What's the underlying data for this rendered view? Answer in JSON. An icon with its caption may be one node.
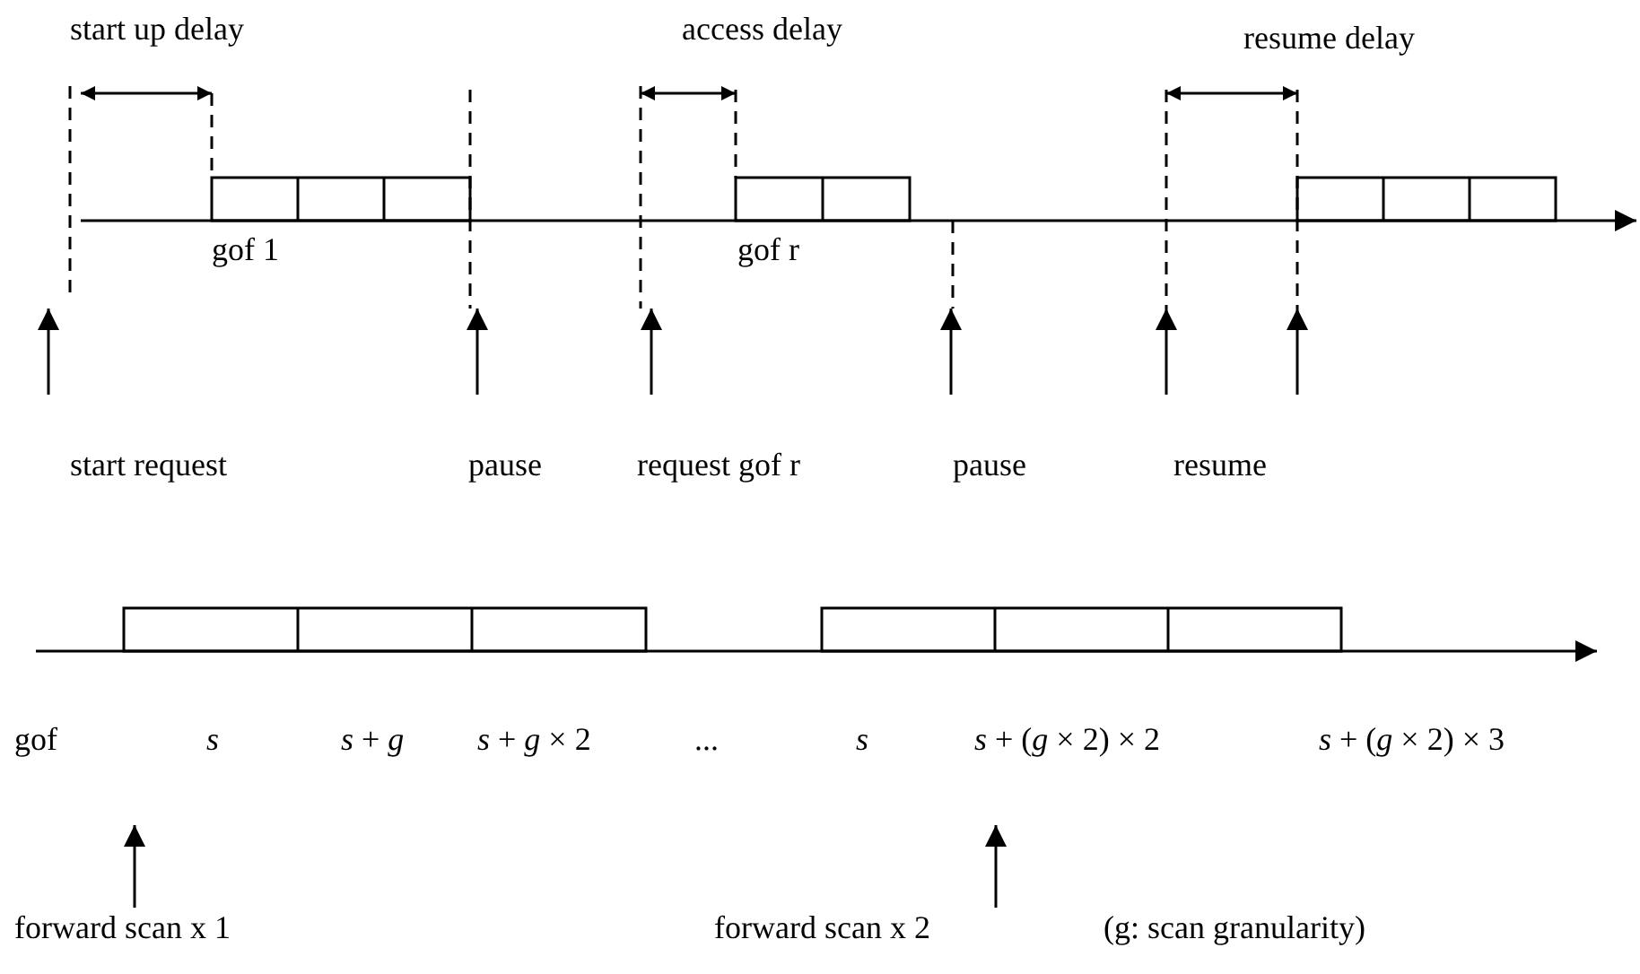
{
  "diagram": {
    "labels": [
      "start up delay",
      "access delay",
      "resume delay",
      "gof 1",
      "gof r",
      "start request",
      "pause",
      "request gof r",
      "pause",
      "resume",
      "gof",
      "s",
      "*s* + *g*",
      "*s* + *g* × 2",
      "...",
      "s",
      "*s* + (*g* × 2) × 2",
      "*s* + (*g* × 2) × 3",
      "forward scan x 1",
      "forward scan x 2",
      "(g: scan granularity)"
    ]
  }
}
